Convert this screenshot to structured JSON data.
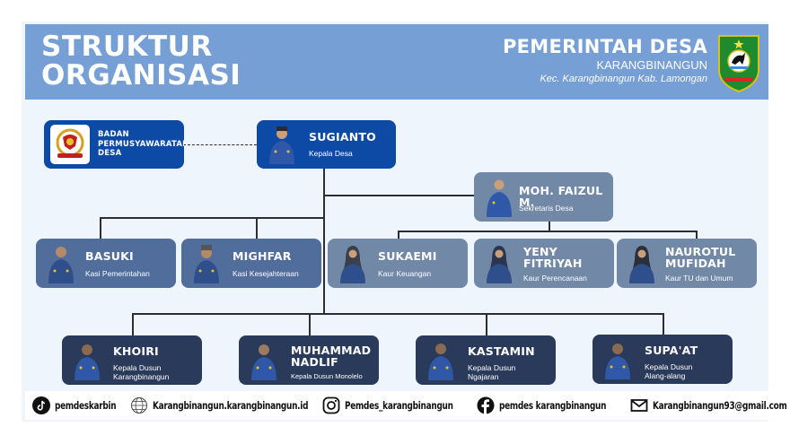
{
  "header": {
    "title_line1": "STRUKTUR",
    "title_line2": "ORGANISASI",
    "gov_title": "PEMERINTAH DESA",
    "village": "KARANGBINANGUN",
    "district": "Kec. Karangbinangun Kab. Lamongan",
    "emblem_icon": "lamongan-regency-emblem-icon"
  },
  "colors": {
    "header_band": "#769fd5",
    "panel_bg": "#eef5fd",
    "head_card": "#0d4aa6",
    "kasi_card": "#516d9c",
    "kaur_card": "#7188a7",
    "dusun_card": "#2a3a5a"
  },
  "org": {
    "bpd": {
      "name": "BADAN\nPERMUSYAWARATAN\nDESA",
      "icon": "bpd-garuda-emblem-icon"
    },
    "head": {
      "name": "SUGIANTO",
      "role": "Kepala Desa"
    },
    "secretary": {
      "name": "MOH. FAIZUL M.",
      "role": "Sekretaris Desa"
    },
    "kasi": [
      {
        "name": "BASUKI",
        "role": "Kasi Pemerintahan"
      },
      {
        "name": "MIGHFAR",
        "role": "Kasi Kesejahteraan"
      }
    ],
    "kaur": [
      {
        "name": "SUKAEMI",
        "role": "Kaur Keuangan"
      },
      {
        "name": "YENY\nFITRIYAH",
        "role": "Kaur Perencanaan"
      },
      {
        "name": "NAUROTUL\nMUFIDAH",
        "role": "Kaur TU dan Umum"
      }
    ],
    "dusun": [
      {
        "name": "KHOIRI",
        "role": "Kepala Dusun\nKarangbinangun"
      },
      {
        "name": "MUHAMMAD\nNADLIF",
        "role": "Kepala Dusun Monolelo"
      },
      {
        "name": "KASTAMIN",
        "role": "Kepala Dusun\nNgajaran"
      },
      {
        "name": "SUPA'AT",
        "role": "Kepala Dusun\nAlang-alang"
      }
    ]
  },
  "footer": {
    "items": [
      {
        "icon": "tiktok-icon",
        "text": "pemdeskarbin"
      },
      {
        "icon": "globe-www-icon",
        "text": "Karangbinangun.karangbinangun.id"
      },
      {
        "icon": "instagram-icon",
        "text": "Pemdes_karangbinangun"
      },
      {
        "icon": "facebook-icon",
        "text": "pemdes karangbinangun"
      },
      {
        "icon": "mail-icon",
        "text": "Karangbinangun93@gmail.com"
      }
    ]
  }
}
